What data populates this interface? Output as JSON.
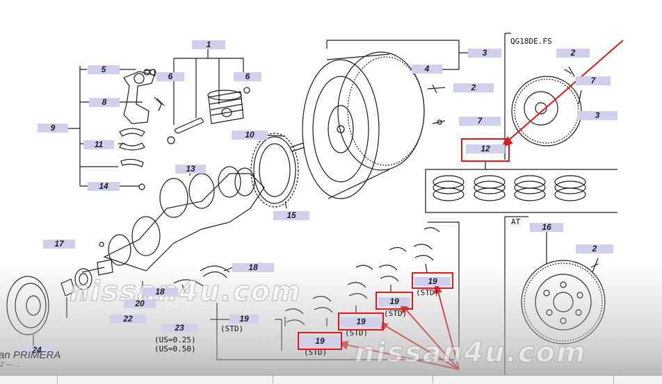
{
  "diagram": {
    "engine_code": "QG18DE.FS",
    "at_label": "AT",
    "std_label": "(STD)",
    "us_025": "(US=0.25)",
    "us_050": "(US=0.50)",
    "callouts": {
      "c1": "1",
      "c2a": "2",
      "c2b": "2",
      "c2c": "2",
      "c3a": "3",
      "c3b": "3",
      "c4": "4",
      "c5": "5",
      "c6a": "6",
      "c6b": "6",
      "c7a": "7",
      "c7b": "7",
      "c8": "8",
      "c9": "9",
      "c10": "10",
      "c11": "11",
      "c12": "12",
      "c13": "13",
      "c14": "14",
      "c15": "15",
      "c16": "16",
      "c17": "17",
      "c18a": "18",
      "c18b": "18",
      "c19a": "19",
      "c19b": "19",
      "c19c": "19",
      "c19d": "19",
      "c19e": "19",
      "c20": "20",
      "c22": "22",
      "c23": "23",
      "c24": "24"
    }
  },
  "watermark": {
    "text_top": "nissan4u.com",
    "text_bottom": "nissan4u.com"
  },
  "branding": {
    "model": "an PRIMERA",
    "sub": "2 — ..."
  },
  "colors": {
    "highlight": "#e01818",
    "callout_bg": "#cfd0ec",
    "line": "#1a1a1a"
  }
}
